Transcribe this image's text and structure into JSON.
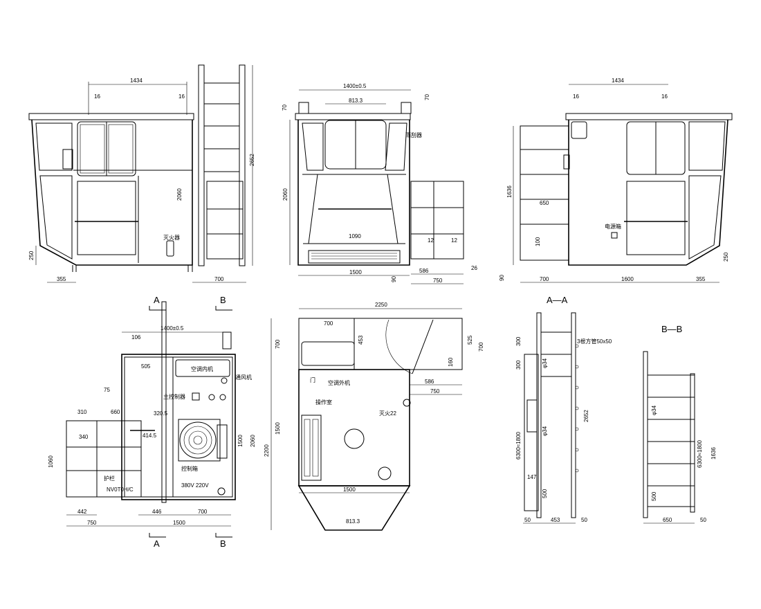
{
  "section_labels": {
    "a_a": "A—A",
    "b_b": "B—B",
    "a": "A",
    "b": "B"
  },
  "dimensions": {
    "w1434": "1434",
    "w1400": "1400±0.5",
    "w813": "813.3",
    "w16": "16",
    "w355": "355",
    "w700": "700",
    "w750": "750",
    "w1500": "1500",
    "w1090": "1090",
    "w1600": "1600",
    "w586": "586",
    "w650": "650",
    "w442": "442",
    "w446": "446",
    "w453": "453",
    "w2250": "2250",
    "h2060": "2060",
    "h2652": "2652",
    "h250": "250",
    "h1636": "1636",
    "h1500": "1500",
    "h1060": "1060",
    "h2200": "2200",
    "h700": "700",
    "h525": "525",
    "h160": "160",
    "h100": "100",
    "h90": "90",
    "h70": "70",
    "h50": "50",
    "h12": "12",
    "h26": "26",
    "h147": "147",
    "h300": "300",
    "h500": "500",
    "phi34": "φ34",
    "h6300": "6300≈1800",
    "w310": "310",
    "w340": "340",
    "w660": "660",
    "w414": "414.5",
    "w320": "320.5",
    "w75": "75",
    "w106": "106",
    "w505": "505"
  },
  "annotations": {
    "fire_extinguisher": "灭火器",
    "ac_unit": "空调外机",
    "ac_unit2": "空调内机",
    "control_box": "控制箱",
    "pipe_spec": "3根方管50x50",
    "operator_seat": "操作室",
    "voltage": "380V 220V",
    "power_box": "电源箱",
    "ladder_cage": "护栏",
    "window_wiper": "雨刮器",
    "ventilator": "通风机",
    "door": "门",
    "fire22": "灭火22",
    "voltage2": "NV0T0H/C",
    "main_switch": "主控制器"
  }
}
